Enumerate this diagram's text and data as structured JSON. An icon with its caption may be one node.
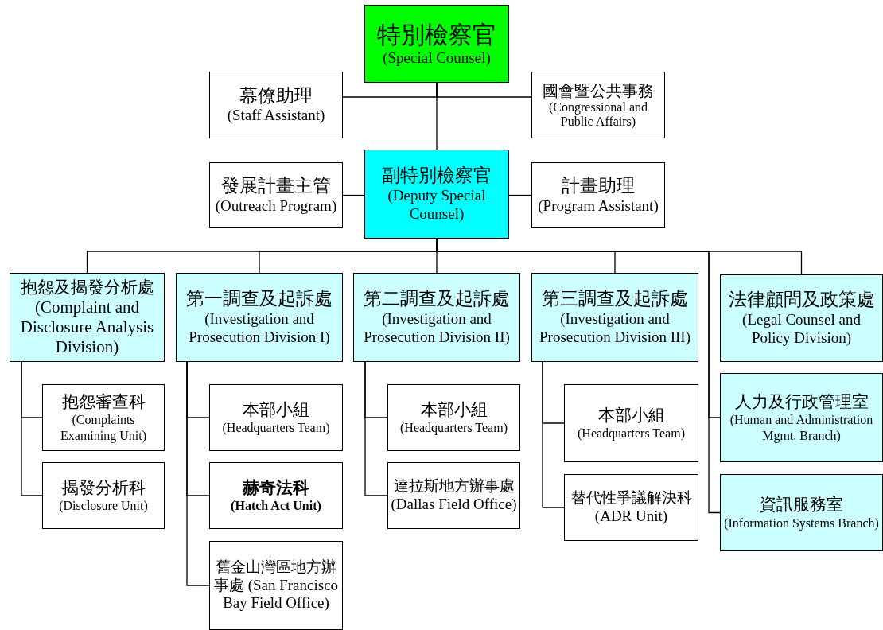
{
  "diagram": {
    "nodes": [
      {
        "text": [
          "特別檢察官",
          "(Special Counsel)"
        ]
      },
      {
        "text": [
          "幕僚助理",
          "(Staff Assistant)"
        ]
      },
      {
        "text": [
          "國會暨公共事務",
          "(Congressional and Public Affairs)"
        ]
      },
      {
        "text": [
          "副特別檢察官",
          "(Deputy Special Counsel)"
        ]
      },
      {
        "text": [
          "發展計畫主管",
          "(Outreach Program)"
        ]
      },
      {
        "text": [
          "計畫助理",
          "(Program Assistant)"
        ]
      },
      {
        "text": [
          "抱怨及揭發分析處(Complaint and Disclosure Analysis Division)"
        ]
      },
      {
        "text": [
          "第一調查及起訴處",
          "(Investigation and Prosecution Division I)"
        ]
      },
      {
        "text": [
          "第二調查及起訴處",
          "(Investigation and Prosecution Division II)"
        ]
      },
      {
        "text": [
          "第三調查及起訴處",
          "(Investigation and Prosecution Division III)"
        ]
      },
      {
        "text": [
          "法律顧問及政策處",
          "(Legal Counsel and Policy Division)"
        ]
      },
      {
        "text": [
          "抱怨審查科",
          "(Complaints Examining Unit)"
        ]
      },
      {
        "text": [
          "揭發分析科",
          "(Disclosure Unit)"
        ]
      },
      {
        "text": [
          "本部小組",
          "(Headquarters Team)"
        ]
      },
      {
        "text": [
          "赫奇法科",
          "(Hatch Act Unit)"
        ]
      },
      {
        "text": [
          "舊金山灣區地方辦事處 (San Francisco Bay Field Office)"
        ]
      },
      {
        "text": [
          "本部小組",
          "(Headquarters Team)"
        ]
      },
      {
        "text": [
          "達拉斯地方辦事處(Dallas Field Office)"
        ]
      },
      {
        "text": [
          "本部小組",
          "(Headquarters Team)"
        ]
      },
      {
        "text": [
          "替代性爭議解決科(ADR Unit)"
        ]
      },
      {
        "text": [
          "人力及行政管理室",
          "(Human and Administration Mgmt. Branch)"
        ]
      },
      {
        "text": [
          "資訊服務室",
          "(Information Systems Branch)"
        ]
      }
    ],
    "edges": [
      {
        "from": 0,
        "to": 1,
        "arrow": "none"
      },
      {
        "from": 0,
        "to": 2,
        "arrow": "none"
      },
      {
        "from": 0,
        "to": 3,
        "arrow": "none"
      },
      {
        "from": 3,
        "to": 4,
        "arrow": "none"
      },
      {
        "from": 3,
        "to": 5,
        "arrow": "none"
      },
      {
        "from": 3,
        "to": 6,
        "arrow": "none"
      },
      {
        "from": 3,
        "to": 7,
        "arrow": "none"
      },
      {
        "from": 3,
        "to": 8,
        "arrow": "none"
      },
      {
        "from": 3,
        "to": 9,
        "arrow": "none"
      },
      {
        "from": 3,
        "to": 10,
        "arrow": "none"
      },
      {
        "from": 3,
        "to": 20,
        "arrow": "none"
      },
      {
        "from": 3,
        "to": 21,
        "arrow": "none"
      },
      {
        "from": 6,
        "to": 11,
        "arrow": "none"
      },
      {
        "from": 6,
        "to": 12,
        "arrow": "none"
      },
      {
        "from": 7,
        "to": 13,
        "arrow": "none"
      },
      {
        "from": 7,
        "to": 14,
        "arrow": "none"
      },
      {
        "from": 7,
        "to": 15,
        "arrow": "none"
      },
      {
        "from": 8,
        "to": 16,
        "arrow": "none"
      },
      {
        "from": 8,
        "to": 17,
        "arrow": "none"
      },
      {
        "from": 9,
        "to": 18,
        "arrow": "none"
      },
      {
        "from": 9,
        "to": 19,
        "arrow": "none"
      }
    ]
  }
}
